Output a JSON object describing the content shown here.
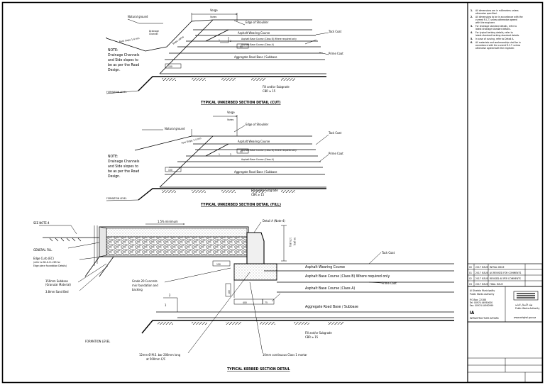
{
  "detail_cut": {
    "title": "TYPICAL UNKERBED SECTION DETAIL (CUT)",
    "natural_ground": "Natural ground",
    "drainage_channel_1": "Drainage",
    "drainage_channel_2": "Channel",
    "back_slope": "Back slope 1:4 min",
    "slope": "Slope varies",
    "verge": "Verge",
    "verge_dim": "Varies",
    "edge_of_shoulder": "Edge of Shoulder",
    "tack_coat": "Tack Coat",
    "wearing_course": "Asphalt Wearing Course",
    "base_course_b": "Asphalt Base Course (Class B) Where required only",
    "base_course_a": "Asphalt Base Course (Class A)",
    "prime_coat": "Prime Coat",
    "road_base": "Aggregate Road Base / Subbase",
    "note_title": "NOTE:",
    "note_line1": "Drainage Channels",
    "note_line2": "and Side slopes to",
    "note_line3": "be as per the Road",
    "note_line4": "Design.",
    "formation_level": "FORMATION LEVEL",
    "fill_subgrade": "Fill and/or Subgrade",
    "cbr": "CBR ≥ 15",
    "dim_150": "150",
    "dim_50": "50",
    "ratio_1": "1",
    "ratio_2": "2"
  },
  "detail_fill": {
    "title": "TYPICAL UNKERBED SECTION DETAIL (FILL)",
    "natural_ground": "Natural ground",
    "fore_slope": "Fore Slope 1:4 min",
    "verge": "Verge",
    "verge_dim": "Varies",
    "edge_of_shoulder": "Edge of Shoulder",
    "tack_coat": "Tack Coat",
    "wearing_course": "Asphalt Wearing Course",
    "base_course_b": "Asphalt Base Course (Class B) Where required only",
    "base_course_a": "Asphalt Base Course (Class A)",
    "prime_coat": "Prime Coat",
    "road_base": "Aggregate Road Base / Subbase",
    "note_title": "NOTE:",
    "note_line1": "Drainage Channels",
    "note_line2": "and Side slopes to",
    "note_line3": "be as per the Road",
    "note_line4": "Design.",
    "formation_level": "FORMATION LEVEL",
    "fill_subgrade": "Fill and/or Subgrade",
    "cbr": "CBR ≥ 15",
    "dim_150": "150",
    "dim_50": "50",
    "ratio_1": "1",
    "ratio_2": "2"
  },
  "detail_kerb": {
    "title": "TYPICAL KERBED SECTION DETAIL",
    "see_note": "SEE NOTE-4",
    "general_fill": "GENERAL FILL",
    "slope_min": "1.5% minimum",
    "detail_a": "Detail A (Note-4)",
    "dim_vert_1": "175 (R1)",
    "dim_vert_2": "50 (R2)",
    "edge_curb_1": "Edge Curb (EC)",
    "edge_curb_2": "(refer to SD-6-11-285 for",
    "edge_curb_3": "Edge piece foundation Details)",
    "subbase_1": "150mm Subbase",
    "subbase_2": "(Granular Material)",
    "sand_bed": "3.8mm Sand Bed",
    "concrete_1": "Grade 20 Concrete",
    "concrete_2": "mix foundation and",
    "concrete_3": "backing",
    "wearing_course": "Asphalt Wearing Course",
    "base_course_b": "Asphalt Base Course (Class B) Where required only",
    "base_course_a": "Asphalt Base Course (Class A)",
    "tack_coat": "Tack Coat",
    "prime_coat": "Prime Coat",
    "road_base": "Aggregate Road Base / Subbase",
    "formation_level": "FORMATION LEVEL",
    "fill_subgrade": "Fill and/or Subgrade",
    "cbr": "CBR ≥ 15",
    "bar_1": "12mm Ø M.S. bar 200mm long",
    "bar_2": "at 500mm C/C",
    "mortar": "10mm continuous Class 1 mortar",
    "dim_150": "150",
    "dim_100": "100",
    "dim_75": "75",
    "dim_400": "400",
    "ratio_1": "1",
    "ratio_2": "2"
  },
  "notes": [
    "All dimensions are in millimeters unless",
    "otherwise specified.",
    "All dimensions to be in accordance with the",
    "current R.C.T. unless otherwise agreed",
    "with the engineer.",
    "For drainage standard details, refer to",
    "latest drainage standard details.",
    "For typical kerbing details, refer to",
    "latest standard kerbing standard details.",
    "In case of curving, refer to Detail A.",
    "All materials and workmanship shall be in",
    "accordance with the current R.C.T. unless",
    "otherwise agreed with the engineer."
  ],
  "note_numbers": [
    "1.",
    "2.",
    "3.",
    "4.",
    "5.",
    "6."
  ],
  "title_block": {
    "rev_rows": [
      [
        "00",
        "2017 ISSUE",
        "INITIAL ISSUE"
      ],
      [
        "01",
        "2017 ISSUE",
        "AS REVISED FOR COMMENTS"
      ],
      [
        "02",
        "2017 ISSUE",
        "REVISED AS PER COMMENTS"
      ],
      [
        "03",
        "2017 ISSUE",
        "FINAL ISSUE"
      ]
    ],
    "authority_1": "Al Gharbia Municipality",
    "authority_2": "Public Works Authority",
    "po_box": "P.O.Box: 22188",
    "tel": "Tel: 00974 44950000",
    "fax": "Fax: 00974 44950999",
    "logo_short": "IA",
    "logo_name": "INFRASTRUCTURE AFFAIRS",
    "arabic_1": "ﻫﻴﺌﺔ ﺍﻷﺷﻐﺎﻝ ﺍﻟﻌﺎﻣﺔ",
    "arabic_2": "Public Works Authority",
    "website": "www.ashghal.gov.qa"
  }
}
